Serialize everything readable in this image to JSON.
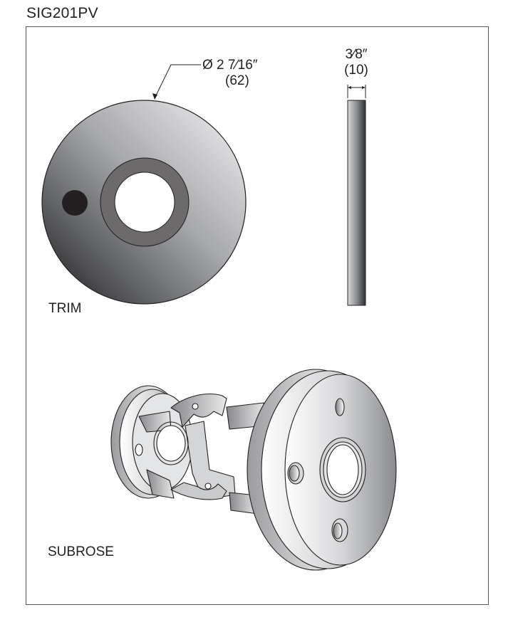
{
  "header": {
    "model_number": "SIG201PV"
  },
  "trim": {
    "label": "TRIM",
    "diameter_label": "Ø 2 7⁄16″",
    "diameter_metric": "(62)",
    "thickness_label": "3⁄8″",
    "thickness_metric": "(10)"
  },
  "subrose": {
    "label": "SUBROSE"
  },
  "colors": {
    "frame": "#555555",
    "text": "#231f20",
    "ring": "#6d6a6b",
    "dark_hole": "#231f20",
    "metal_light": "#f2f2f3",
    "metal_dark": "#1e1e20"
  }
}
